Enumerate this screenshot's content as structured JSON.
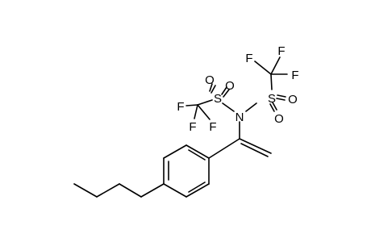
{
  "molecule": {
    "atoms": {
      "S1": "S",
      "S2": "S",
      "N": "N",
      "O1a": "O",
      "O1b": "O",
      "O2a": "O",
      "O2b": "O",
      "F1a": "F",
      "F1b": "F",
      "F1c": "F",
      "F2a": "F",
      "F2b": "F",
      "F2c": "F"
    }
  }
}
